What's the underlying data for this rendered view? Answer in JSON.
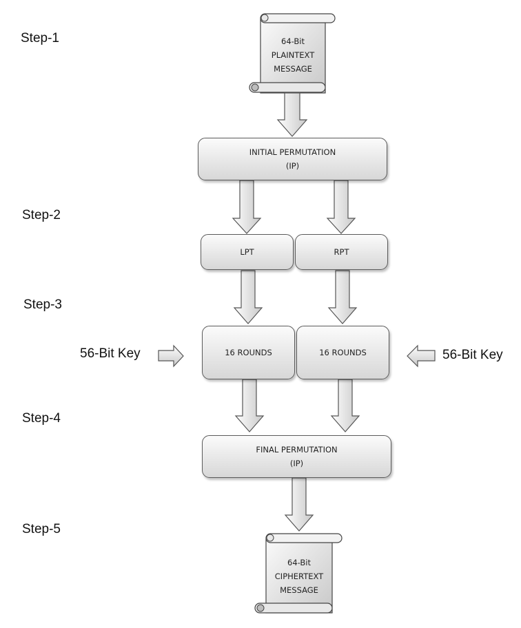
{
  "steps": [
    "Step-1",
    "Step-2",
    "Step-3",
    "Step-4",
    "Step-5"
  ],
  "plaintext": {
    "line1": "64-Bit",
    "line2": "PLAINTEXT",
    "line3": "MESSAGE"
  },
  "initial_permutation": {
    "line1": "INITIAL PERMUTATION",
    "line2": "(IP)"
  },
  "lpt": "LPT",
  "rpt": "RPT",
  "rounds_left": "16 ROUNDS",
  "rounds_right": "16 ROUNDS",
  "key_left": "56-Bit Key",
  "key_right": "56-Bit Key",
  "final_permutation": {
    "line1": "FINAL PERMUTATION",
    "line2": "(IP)"
  },
  "ciphertext": {
    "line1": "64-Bit",
    "line2": "CIPHERTEXT",
    "line3": "MESSAGE"
  }
}
